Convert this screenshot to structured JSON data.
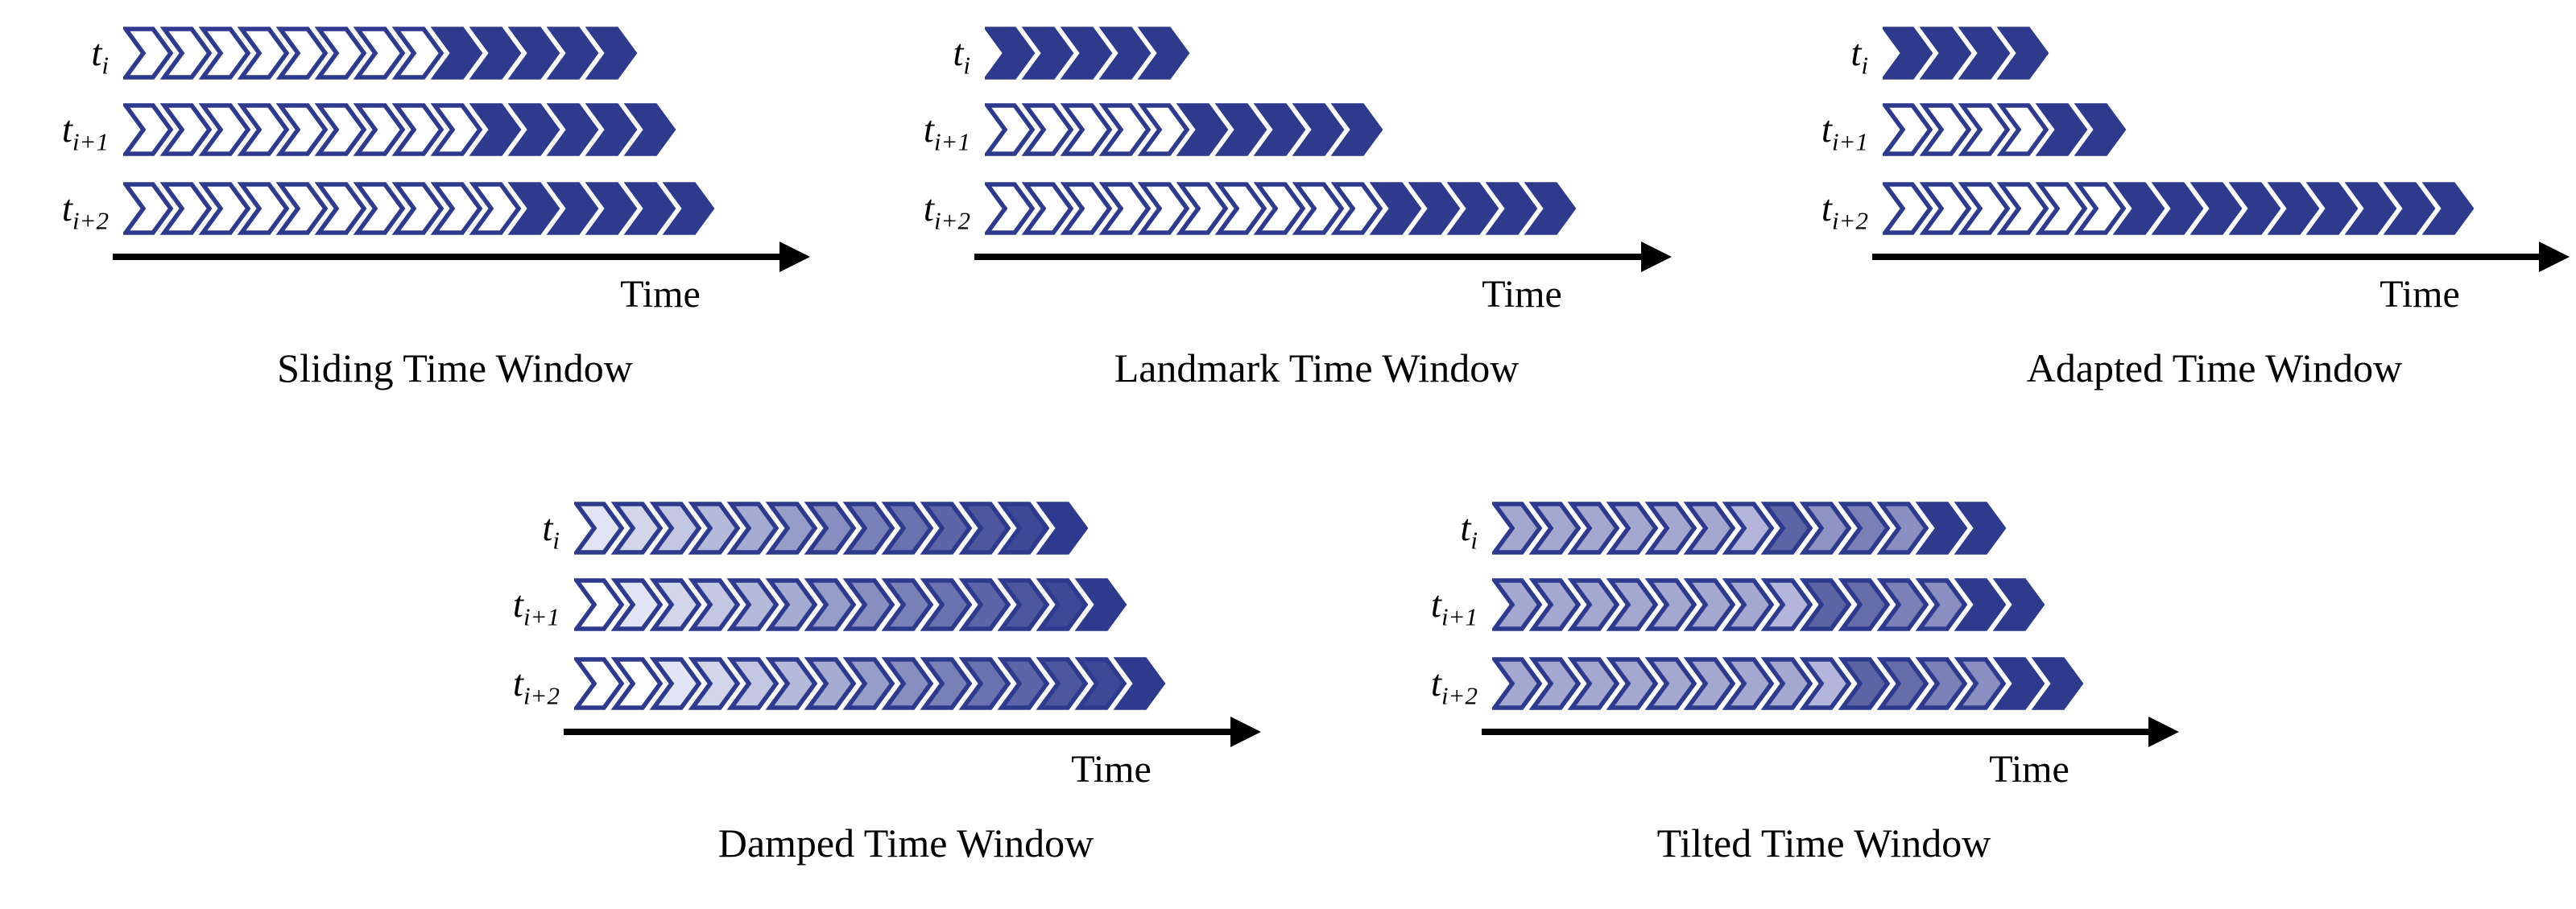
{
  "figure": {
    "description": "Five time-window models for data streams, each shown as three chevron timelines (t_i, t_i+1, t_i+2) over a Time axis",
    "chevron_codes": {
      "O": "outlined-empty-unit",
      "F": "filled-navy-unit"
    }
  },
  "colors": {
    "navy": "#2e3b8d",
    "outline_fill": "#ffffff",
    "axis": "#000000",
    "text": "#000000"
  },
  "panels": [
    {
      "title": "Sliding Time Window",
      "time_label": "Time",
      "rows": [
        {
          "label_base": "t",
          "label_sub": "i",
          "chevrons": [
            "O",
            "O",
            "O",
            "O",
            "O",
            "O",
            "O",
            "O",
            "F",
            "F",
            "F",
            "F",
            "F"
          ]
        },
        {
          "label_base": "t",
          "label_sub": "i+1",
          "chevrons": [
            "O",
            "O",
            "O",
            "O",
            "O",
            "O",
            "O",
            "O",
            "O",
            "F",
            "F",
            "F",
            "F",
            "F"
          ]
        },
        {
          "label_base": "t",
          "label_sub": "i+2",
          "chevrons": [
            "O",
            "O",
            "O",
            "O",
            "O",
            "O",
            "O",
            "O",
            "O",
            "O",
            "F",
            "F",
            "F",
            "F",
            "F"
          ]
        }
      ]
    },
    {
      "title": "Landmark Time Window",
      "time_label": "Time",
      "rows": [
        {
          "label_base": "t",
          "label_sub": "i",
          "chevrons": [
            "F",
            "F",
            "F",
            "F",
            "F"
          ]
        },
        {
          "label_base": "t",
          "label_sub": "i+1",
          "chevrons": [
            "O",
            "O",
            "O",
            "O",
            "O",
            "F",
            "F",
            "F",
            "F",
            "F"
          ]
        },
        {
          "label_base": "t",
          "label_sub": "i+2",
          "chevrons": [
            "O",
            "O",
            "O",
            "O",
            "O",
            "O",
            "O",
            "O",
            "O",
            "O",
            "F",
            "F",
            "F",
            "F",
            "F"
          ]
        }
      ]
    },
    {
      "title": "Adapted Time Window",
      "time_label": "Time",
      "rows": [
        {
          "label_base": "t",
          "label_sub": "i",
          "chevrons": [
            "F",
            "F",
            "F",
            "F"
          ]
        },
        {
          "label_base": "t",
          "label_sub": "i+1",
          "chevrons": [
            "O",
            "O",
            "O",
            "O",
            "F",
            "F"
          ]
        },
        {
          "label_base": "t",
          "label_sub": "i+2",
          "chevrons": [
            "O",
            "O",
            "O",
            "O",
            "O",
            "O",
            "F",
            "F",
            "F",
            "F",
            "F",
            "F",
            "F",
            "F",
            "F"
          ]
        }
      ]
    },
    {
      "title": "Damped Time Window",
      "time_label": "Time",
      "rows": [
        {
          "label_base": "t",
          "label_sub": "i",
          "chevrons": [
            "#e2e3f3",
            "#d3d5eb",
            "#c4c7e2",
            "#b5b9da",
            "#a6abd1",
            "#979dc9",
            "#888fc0",
            "#7981b8",
            "#6a73af",
            "#5b65a7",
            "#4c579e",
            "#3d4996",
            "F"
          ]
        },
        {
          "label_base": "t",
          "label_sub": "i+1",
          "chevrons": [
            "#ffffff",
            "#e2e3f3",
            "#d3d5eb",
            "#c4c7e2",
            "#b5b9da",
            "#a6abd1",
            "#979dc9",
            "#888fc0",
            "#7981b8",
            "#6a73af",
            "#5b65a7",
            "#4c579e",
            "#3d4996",
            "F"
          ]
        },
        {
          "label_base": "t",
          "label_sub": "i+2",
          "chevrons": [
            "#ffffff",
            "#ffffff",
            "#e2e3f3",
            "#d3d5eb",
            "#c4c7e2",
            "#b5b9da",
            "#a6abd1",
            "#979dc9",
            "#888fc0",
            "#7981b8",
            "#6a73af",
            "#5b65a7",
            "#4c579e",
            "#3d4996",
            "F"
          ]
        }
      ]
    },
    {
      "title": "Tilted Time Window",
      "time_label": "Time",
      "rows": [
        {
          "label_base": "t",
          "label_sub": "i",
          "chevrons": [
            "#a4a7cf",
            "#a4a7cf",
            "#a4a7cf",
            "#a4a7cf",
            "#a4a7cf",
            "#a4a7cf",
            "#b3b5da",
            "#5d64a5",
            "#9094c4",
            "#7b80b6",
            "#8a8ec1",
            "F",
            "F"
          ]
        },
        {
          "label_base": "t",
          "label_sub": "i+1",
          "chevrons": [
            "#a4a7cf",
            "#a4a7cf",
            "#a4a7cf",
            "#a4a7cf",
            "#a4a7cf",
            "#a4a7cf",
            "#a4a7cf",
            "#b3b5da",
            "#5d64a5",
            "#666da9",
            "#7b80b6",
            "#8a8ec1",
            "F",
            "F"
          ]
        },
        {
          "label_base": "t",
          "label_sub": "i+2",
          "chevrons": [
            "#a4a7cf",
            "#a4a7cf",
            "#a4a7cf",
            "#a4a7cf",
            "#a4a7cf",
            "#a4a7cf",
            "#a4a7cf",
            "#a4a7cf",
            "#b3b5da",
            "#5d64a5",
            "#666da9",
            "#7b80b6",
            "#8a8ec1",
            "F",
            "F"
          ]
        }
      ]
    }
  ]
}
